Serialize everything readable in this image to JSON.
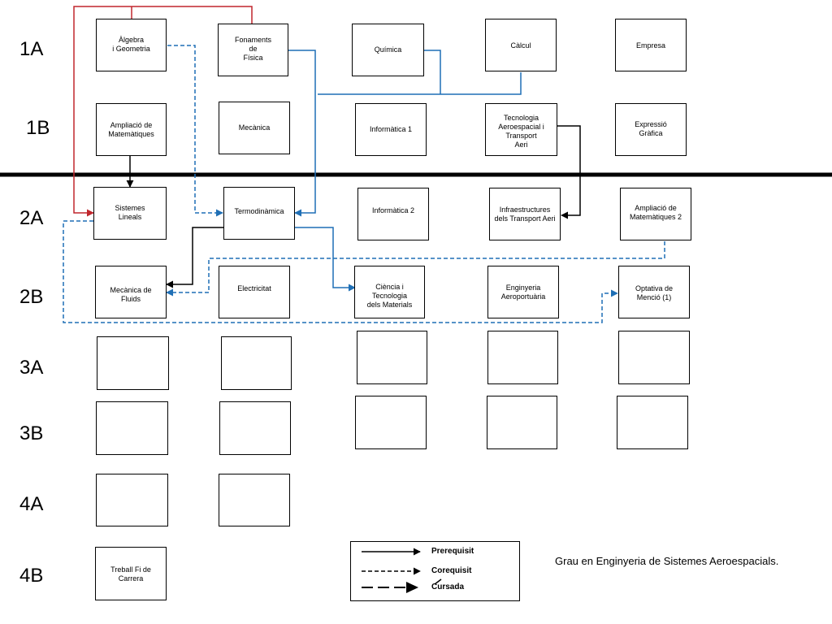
{
  "row_labels": [
    "1A",
    "1B",
    "2A",
    "2B",
    "3A",
    "3B",
    "4A",
    "4B"
  ],
  "courses": {
    "algebra": "Àlgebra\ni Geometria",
    "fonaments_fisica": "Fonaments\nde\nFísica",
    "quimica": "Química",
    "calcul": "Càlcul",
    "empresa": "Empresa",
    "ampliacio_mat": "Ampliació  de\nMatemàtiques",
    "mecanica": "Mecànica",
    "informatica1": "Informàtica 1",
    "tecnologia_aero": "Tecnologia\nAeroespacial i\nTransport\nAeri",
    "expressio_grafica": "Expressió\nGràfica",
    "sistemes_lineals": "Sistemes\nLineals",
    "termodinamica": "Termodinàmica",
    "informatica2": "Informàtica 2",
    "infraestructures": "Infraestructures\ndels Transport Aeri",
    "ampliacio_mat2": "Ampliació de\nMatemàtiques 2",
    "mecanica_fluids": "Mecànica de\nFluids",
    "electricitat": "Electricitat",
    "ciencia_materials": "Ciència i\nTecnologia\ndels Materials",
    "enginyeria_aero": "Enginyeria\nAeroportuària",
    "optativa": "Optativa de\nMenció (1)",
    "tfc": "Treball Fi de\nCarrera"
  },
  "legend": {
    "prerequisit": "Prerequisit",
    "corequisit": "Corequisit",
    "cursada": "Cursada"
  },
  "caption": "Grau en Enginyeria de Sistemes Aeroespacials.",
  "colors": {
    "red": "#c0272d",
    "blue": "#1f6fb5",
    "black": "#000000"
  }
}
